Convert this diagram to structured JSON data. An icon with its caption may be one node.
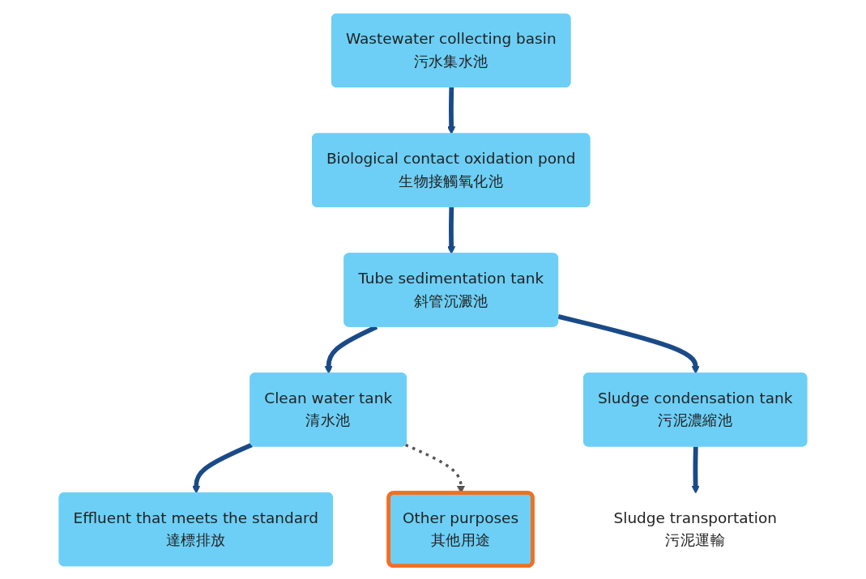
{
  "diagram": {
    "nodes": [
      {
        "text": [
          "Wastewater collecting basin",
          "污水集水池"
        ]
      },
      {
        "text": [
          "Biological contact oxidation pond",
          "生物接觸氧化池"
        ]
      },
      {
        "text": [
          "Tube sedimentation tank",
          "斜管沉澱池"
        ]
      },
      {
        "text": [
          "Clean water tank",
          "清水池"
        ]
      },
      {
        "text": [
          "Effluent that meets the standard",
          "達標排放"
        ]
      },
      {
        "text": [
          "Other purposes",
          "其他用途"
        ]
      },
      {
        "text": [
          "Sludge condensation tank",
          "污泥濃縮池"
        ]
      },
      {
        "text": [
          "Sludge transportation",
          "污泥運輸"
        ]
      }
    ],
    "edges": [
      {
        "from": 0,
        "to": 1,
        "arrow": "to"
      },
      {
        "from": 1,
        "to": 2,
        "arrow": "to"
      },
      {
        "from": 2,
        "to": 3,
        "arrow": "to"
      },
      {
        "from": 3,
        "to": 4,
        "arrow": "to"
      },
      {
        "from": 2,
        "to": 6,
        "arrow": "to"
      },
      {
        "from": 6,
        "to": 7,
        "arrow": "to"
      },
      {
        "from": 3,
        "to": 5,
        "arrow": "to",
        "style": "dashed",
        "color": "#555555"
      }
    ]
  }
}
